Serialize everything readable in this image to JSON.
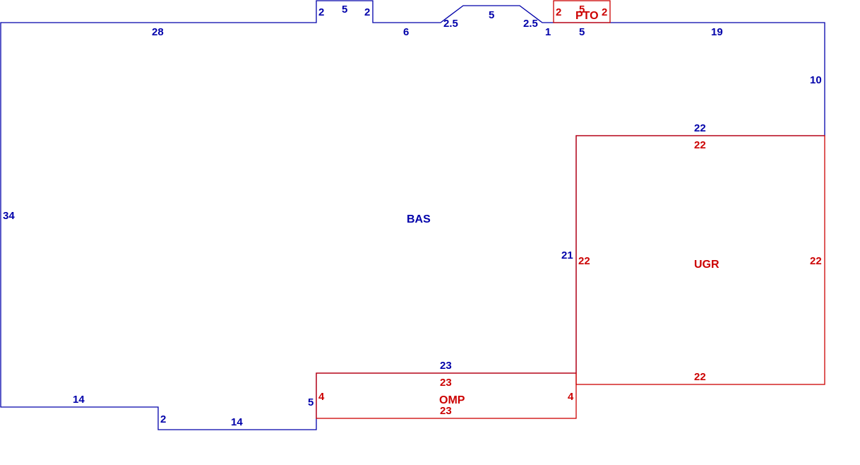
{
  "colors": {
    "main": "#0000aa",
    "sub": "#cc0000",
    "background": "#ffffff"
  },
  "areas": {
    "bas": "BAS",
    "ugr": "UGR",
    "omp": "OMP",
    "pto": "PTO"
  },
  "main_dims": {
    "top_left": "28",
    "bump_left": "2",
    "bump_top": "5",
    "bump_right": "2",
    "top_mid": "6",
    "bay_left": "2.5",
    "bay_top": "5",
    "bay_right": "2.5",
    "step": "1",
    "top_pto": "5",
    "top_right": "19",
    "right_upper": "10",
    "ugr_top": "22",
    "ugr_left": "21",
    "omp_top": "23",
    "omp_right_jog": "5",
    "bottom_right": "14",
    "bottom_step": "2",
    "bottom_left": "14",
    "left": "34"
  },
  "sub_dims": {
    "ugr_top": "22",
    "ugr_left": "22",
    "ugr_right": "22",
    "ugr_bottom": "22",
    "omp_top": "23",
    "omp_left": "4",
    "omp_right": "4",
    "omp_bottom": "23",
    "pto_left": "2",
    "pto_top": "5",
    "pto_right": "2"
  }
}
